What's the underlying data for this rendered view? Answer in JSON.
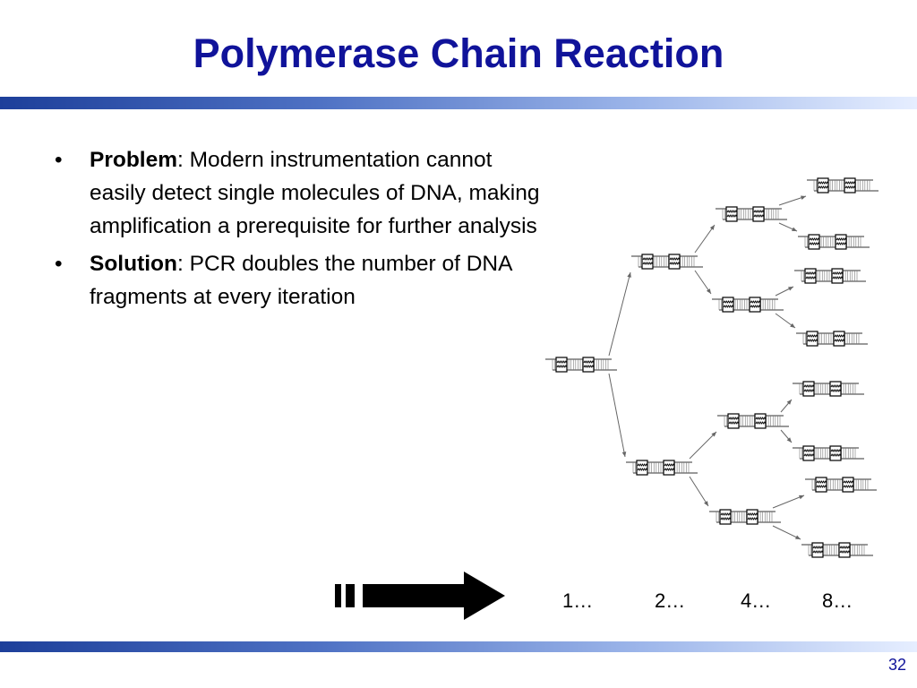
{
  "slide": {
    "title": "Polymerase Chain Reaction",
    "bullets": [
      {
        "term": "Problem",
        "text": ": Modern instrumentation cannot easily detect single molecules of DNA, making amplification a prerequisite for further analysis"
      },
      {
        "term": "Solution",
        "text": ": PCR doubles the number of DNA fragments at every iteration"
      }
    ],
    "cycle_labels": [
      "1…",
      "2…",
      "4…",
      "8…"
    ],
    "slide_number": "32"
  },
  "colors": {
    "title": "#10139a",
    "rule_start": "#1d3f9a",
    "rule_end": "#e6eeff",
    "diagram": "#333333"
  },
  "diagram": {
    "generations": [
      1,
      2,
      4,
      8
    ],
    "progress_arrow": "right-arrow"
  }
}
